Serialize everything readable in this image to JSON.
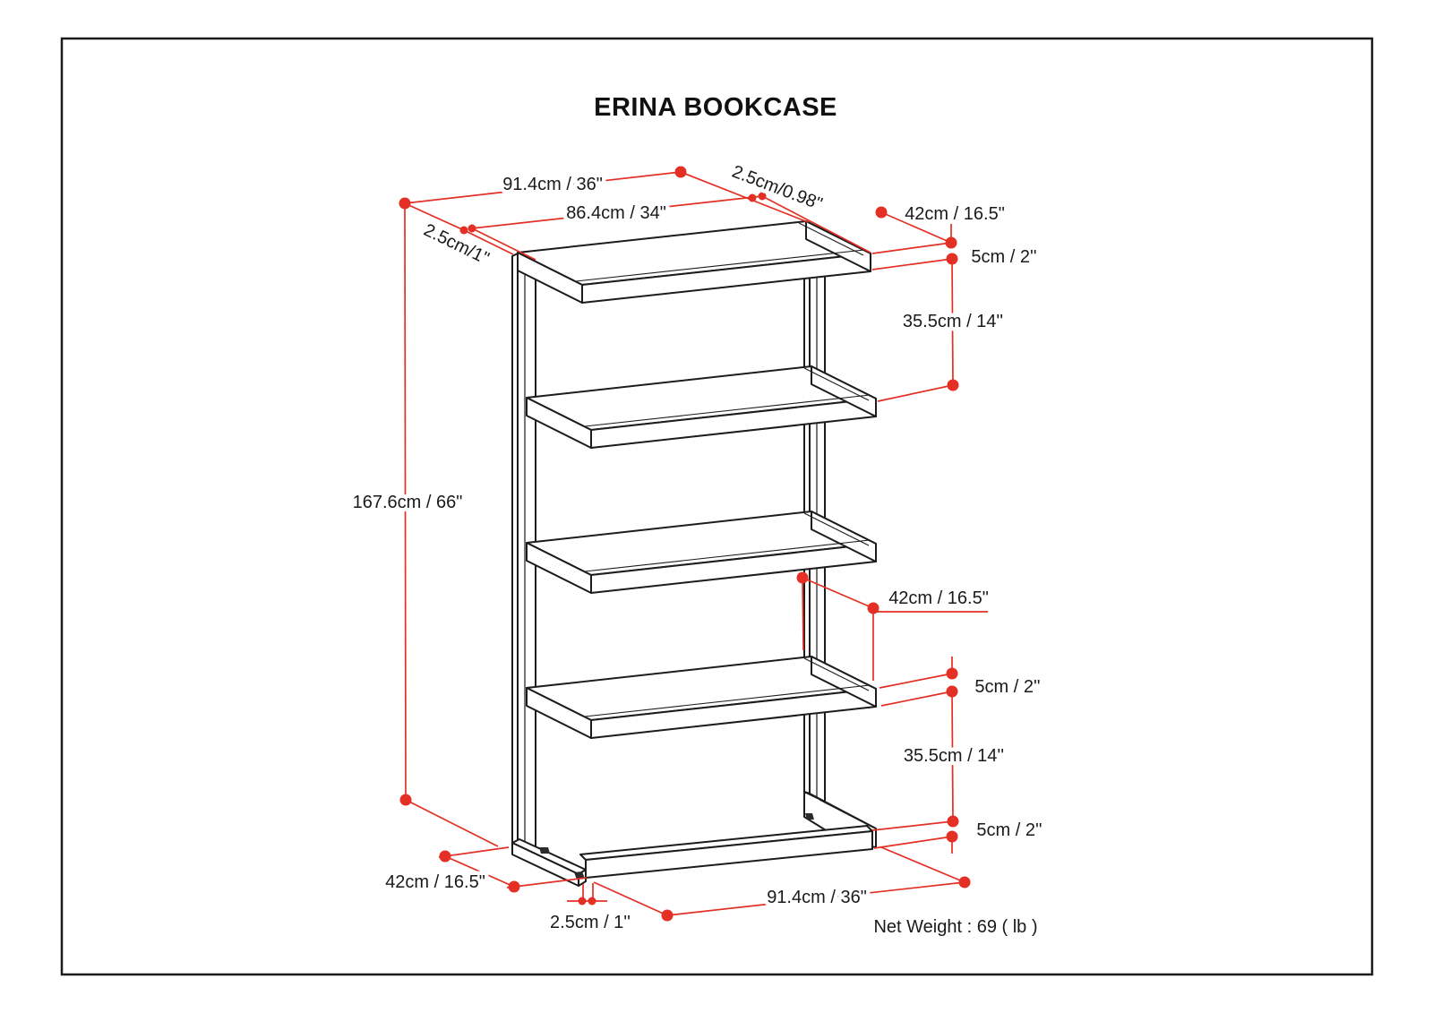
{
  "page": {
    "title": "ERINA BOOKCASE",
    "net_weight": "Net Weight : 69 ( lb )"
  },
  "colors": {
    "dimension_red": "#e42f24",
    "drawing_black": "#1c1c1c"
  },
  "dimensions": {
    "top_width_total": "91.4cm / 36\"",
    "top_overhang_right": "2.5cm/0.98\"",
    "top_width_inner": "86.4cm / 34\"",
    "top_overhang_left": "2.5cm/1\"",
    "top_depth": "42cm / 16.5\"",
    "top_shelf_thickness": "5cm / 2''",
    "top_shelf_gap": "35.5cm / 14''",
    "height_total": "167.6cm / 66\"",
    "mid_depth": "42cm / 16.5\"",
    "mid_shelf_thickness": "5cm / 2''",
    "lower_shelf_gap": "35.5cm / 14''",
    "bottom_rail_thickness": "5cm / 2''",
    "bottom_depth": "42cm / 16.5\"",
    "bottom_overhang": "2.5cm / 1''",
    "bottom_width_total": "91.4cm / 36\""
  }
}
